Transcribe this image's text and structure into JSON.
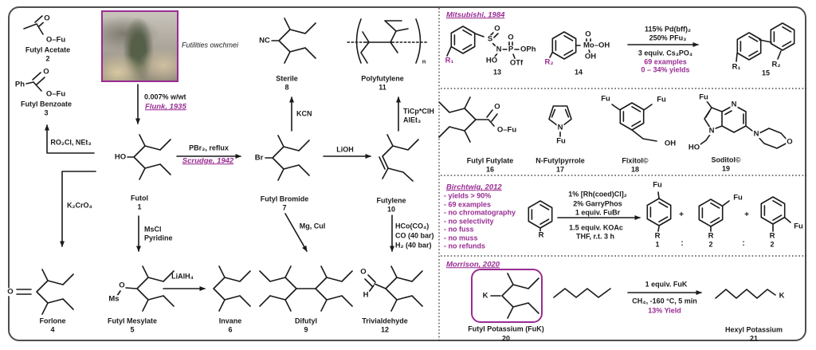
{
  "colors": {
    "accent": "#992C93",
    "ink": "#1a1a1a",
    "frame": "#4e4e4e"
  },
  "photo": {
    "caption": "Futilities owchmei"
  },
  "compounds": {
    "futyl_acetate": {
      "name": "Futyl Acetate",
      "num": "2",
      "o": "O",
      "ofu": "O–Fu"
    },
    "futyl_benzoate": {
      "name": "Futyl Benzoate",
      "num": "3",
      "ph": "Ph",
      "o": "O",
      "ofu": "O–Fu"
    },
    "futol": {
      "name": "Futol",
      "num": "1",
      "ho": "HO"
    },
    "futyl_bromide": {
      "name": "Futyl Bromide",
      "num": "7",
      "br": "Br"
    },
    "sterile": {
      "name": "Sterile",
      "num": "8",
      "nc": "NC"
    },
    "futylene": {
      "name": "Futylene",
      "num": "10"
    },
    "polyfutylene": {
      "name": "Polyfutylene",
      "num": "11",
      "sub_n": "n"
    },
    "forlone": {
      "name": "Forlone",
      "num": "4",
      "o": "O"
    },
    "futyl_mesylate": {
      "name": "Futyl Mesylate",
      "num": "5",
      "ms": "Ms",
      "o": "O"
    },
    "invane": {
      "name": "Invane",
      "num": "6"
    },
    "difutyl": {
      "name": "Difutyl",
      "num": "9"
    },
    "trivialdehyde": {
      "name": "Trivialdehyde",
      "num": "12",
      "o": "O",
      "h": "H"
    }
  },
  "reagents": {
    "flunk_cond": "0.007% w/wt",
    "flunk_cite": "Flunk, 1935",
    "esterification": "RO₂Cl, NEt₃",
    "scrudge_cond": "PBr₃, reflux",
    "scrudge_cite": "Scrudge, 1942",
    "kcn": "KCN",
    "lioh": "LiOH",
    "ticp": "TiCp*ClH",
    "alet3": "AlEt₃",
    "k2cro4": "K₂CrO₄",
    "mscl": "MsCl",
    "pyridine": "Pyridine",
    "lialh4": "LiAlH₄",
    "mg_cui": "Mg, CuI",
    "hco": "HCo(CO₄)",
    "co": "CO (40 bar)",
    "h2": "H₂ (40 bar)"
  },
  "panels": {
    "mitsubishi": {
      "title": "Mitsubishi, 1984",
      "c13": {
        "num": "13",
        "r1": "R₁",
        "s": "S",
        "o_s": "O",
        "n": "N",
        "ho": "HO",
        "p": "P",
        "o_p": "O",
        "oph": "OPh",
        "otf": "OTf"
      },
      "c14": {
        "num": "14",
        "r2": "R₂",
        "mo": "Mo–OH",
        "o": "O",
        "oh": "OH"
      },
      "cond1": "115% Pd(bff)₂",
      "cond2": "250% PFu₃",
      "cond3": "3 equiv. Cs₃PO₄",
      "stat1": "69 examples",
      "stat2": "0 – 34% yields",
      "c15": {
        "num": "15",
        "r1": "R₁",
        "r2": "R₂"
      }
    },
    "library": {
      "c16": {
        "name": "Futyl Futylate",
        "num": "16",
        "o": "O",
        "ofu": "O–Fu"
      },
      "c17": {
        "name": "N-Futylpyrrole",
        "num": "17",
        "n": "N",
        "fu": "Fu"
      },
      "c18": {
        "name": "Fixitol©",
        "num": "18",
        "fu_left": "Fu",
        "fu_right": "Fu",
        "oh": "OH"
      },
      "c19": {
        "name": "Soditol©",
        "num": "19",
        "fu": "Fu",
        "n_pyridine": "N",
        "n_pyrrole": "N",
        "n_morpholine": "N",
        "ho": "HO",
        "o": "O"
      }
    },
    "birchtwig": {
      "title": "Birchtwig, 2012",
      "bullets": [
        "- yields > 90%",
        "- 69 examples",
        "- no chromatography",
        "- no selectivity",
        "- no fuss",
        "- no muss",
        "- no refunds"
      ],
      "substrate_r": "R",
      "cond1": "1% [Rh(coed)Cl]₂",
      "cond2": "2% GarryPhos",
      "cond3": "1 equiv. FuBr",
      "cond4": "1.5 equiv. KOAc",
      "cond5": "THF, r.t. 3 h",
      "plus": "+",
      "colon": ":",
      "para": {
        "fu": "Fu",
        "r": "R",
        "ratio": "1"
      },
      "meta": {
        "fu": "Fu",
        "r": "R",
        "ratio": "2"
      },
      "ortho": {
        "fu": "Fu",
        "r": "R",
        "ratio": "2"
      }
    },
    "morrison": {
      "title": "Morrison, 2020",
      "c20": {
        "name": "Futyl Potassium (FuK)",
        "num": "20",
        "k": "K"
      },
      "cond1": "1 equiv. FuK",
      "cond2": "CH₄, -160 °C, 5 min",
      "yield": "13% Yield",
      "c21": {
        "name": "Hexyl Potassium",
        "num": "21",
        "k": "K"
      }
    }
  }
}
